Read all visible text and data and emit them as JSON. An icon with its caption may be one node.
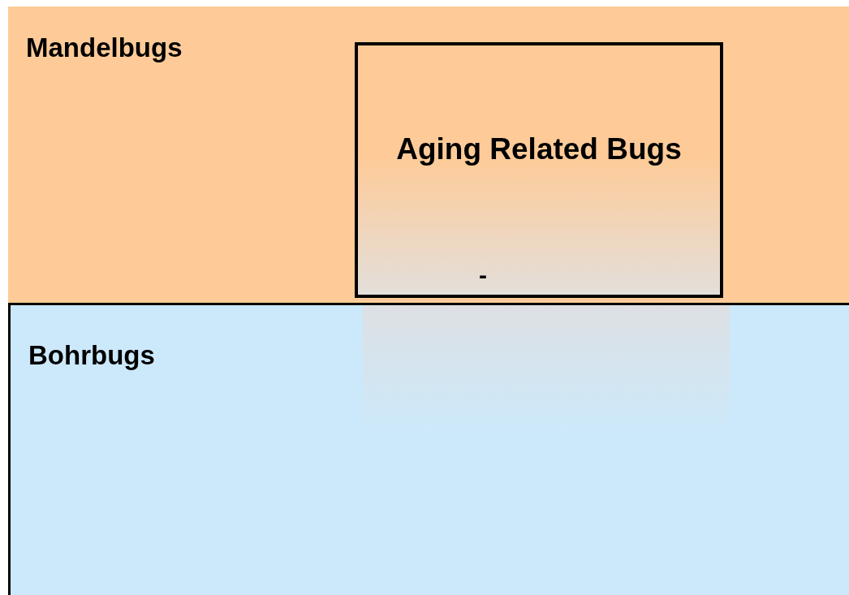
{
  "diagram": {
    "nodes": [
      {
        "text": [
          "Mandelbugs"
        ]
      },
      {
        "text": [
          "Aging Related Bugs"
        ],
        "in": 0
      },
      {
        "text": [
          "Bohrbugs"
        ]
      }
    ],
    "labels": [
      "-"
    ]
  }
}
